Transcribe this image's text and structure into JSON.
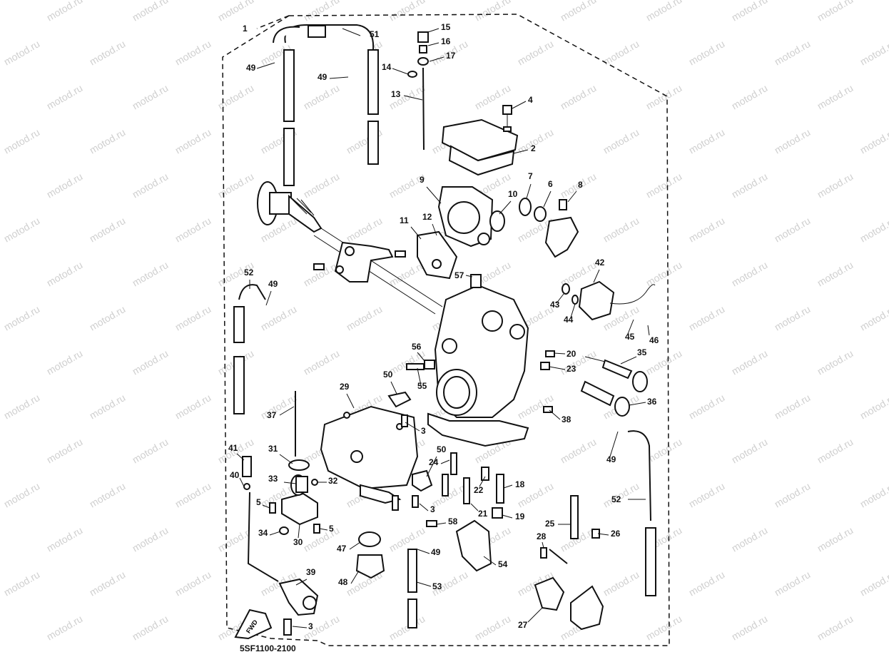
{
  "diagram": {
    "drawing_number": "5SF1100-2100",
    "watermark": "motod.ru",
    "fwd_arrow_label": "FWD",
    "callouts": [
      {
        "id": "c1",
        "label": "1"
      },
      {
        "id": "c51",
        "label": "51"
      },
      {
        "id": "c49a",
        "label": "49"
      },
      {
        "id": "c49b",
        "label": "49"
      },
      {
        "id": "c15",
        "label": "15"
      },
      {
        "id": "c16",
        "label": "16"
      },
      {
        "id": "c17",
        "label": "17"
      },
      {
        "id": "c14",
        "label": "14"
      },
      {
        "id": "c13",
        "label": "13"
      },
      {
        "id": "c4",
        "label": "4"
      },
      {
        "id": "c2",
        "label": "2"
      },
      {
        "id": "c9",
        "label": "9"
      },
      {
        "id": "c10",
        "label": "10"
      },
      {
        "id": "c7",
        "label": "7"
      },
      {
        "id": "c6",
        "label": "6"
      },
      {
        "id": "c8",
        "label": "8"
      },
      {
        "id": "c11",
        "label": "11"
      },
      {
        "id": "c12",
        "label": "12"
      },
      {
        "id": "c57",
        "label": "57"
      },
      {
        "id": "c42",
        "label": "42"
      },
      {
        "id": "c52a",
        "label": "52"
      },
      {
        "id": "c49c",
        "label": "49"
      },
      {
        "id": "c43",
        "label": "43"
      },
      {
        "id": "c44",
        "label": "44"
      },
      {
        "id": "c45",
        "label": "45"
      },
      {
        "id": "c46",
        "label": "46"
      },
      {
        "id": "c56",
        "label": "56"
      },
      {
        "id": "c20",
        "label": "20"
      },
      {
        "id": "c35",
        "label": "35"
      },
      {
        "id": "c55",
        "label": "55"
      },
      {
        "id": "c50a",
        "label": "50"
      },
      {
        "id": "c23",
        "label": "23"
      },
      {
        "id": "c29",
        "label": "29"
      },
      {
        "id": "c36",
        "label": "36"
      },
      {
        "id": "c37",
        "label": "37"
      },
      {
        "id": "c3a",
        "label": "3"
      },
      {
        "id": "c38",
        "label": "38"
      },
      {
        "id": "c49d",
        "label": "49"
      },
      {
        "id": "c41",
        "label": "41"
      },
      {
        "id": "c31",
        "label": "31"
      },
      {
        "id": "c50b",
        "label": "50"
      },
      {
        "id": "c24",
        "label": "24"
      },
      {
        "id": "c40",
        "label": "40"
      },
      {
        "id": "c33",
        "label": "33"
      },
      {
        "id": "c32",
        "label": "32"
      },
      {
        "id": "c22",
        "label": "22"
      },
      {
        "id": "c18",
        "label": "18"
      },
      {
        "id": "c52b",
        "label": "52"
      },
      {
        "id": "c5a",
        "label": "5"
      },
      {
        "id": "c3b",
        "label": "3"
      },
      {
        "id": "c21",
        "label": "21"
      },
      {
        "id": "c19",
        "label": "19"
      },
      {
        "id": "c25",
        "label": "25"
      },
      {
        "id": "c58",
        "label": "58"
      },
      {
        "id": "c34",
        "label": "34"
      },
      {
        "id": "c5b",
        "label": "5"
      },
      {
        "id": "c26",
        "label": "26"
      },
      {
        "id": "c30",
        "label": "30"
      },
      {
        "id": "c28",
        "label": "28"
      },
      {
        "id": "c47",
        "label": "47"
      },
      {
        "id": "c49e",
        "label": "49"
      },
      {
        "id": "c54",
        "label": "54"
      },
      {
        "id": "c39",
        "label": "39"
      },
      {
        "id": "c48",
        "label": "48"
      },
      {
        "id": "c53",
        "label": "53"
      },
      {
        "id": "c27",
        "label": "27"
      },
      {
        "id": "c3c",
        "label": "3"
      }
    ]
  }
}
